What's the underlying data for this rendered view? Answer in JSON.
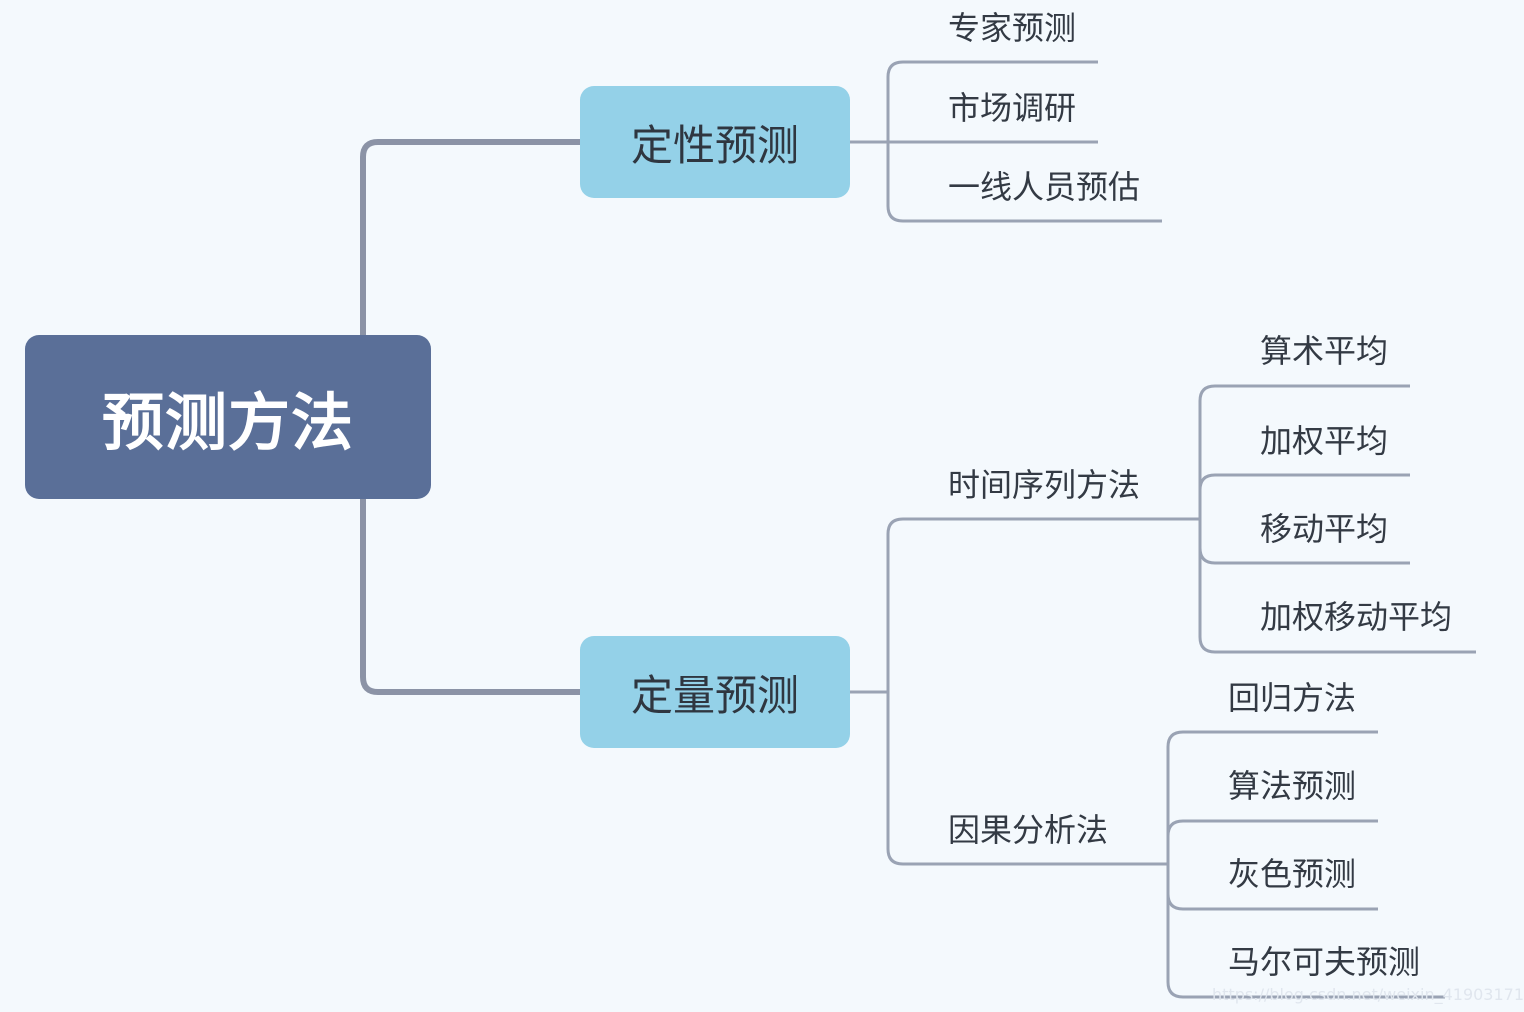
{
  "root": {
    "label": "预测方法"
  },
  "branches": [
    {
      "label": "定性预测",
      "children": [
        {
          "label": "专家预测"
        },
        {
          "label": "市场调研"
        },
        {
          "label": "一线人员预估"
        }
      ]
    },
    {
      "label": "定量预测",
      "children": [
        {
          "label": "时间序列方法",
          "children": [
            {
              "label": "算术平均"
            },
            {
              "label": "加权平均"
            },
            {
              "label": "移动平均"
            },
            {
              "label": "加权移动平均"
            }
          ]
        },
        {
          "label": "因果分析法",
          "children": [
            {
              "label": "回归方法"
            },
            {
              "label": "算法预测"
            },
            {
              "label": "灰色预测"
            },
            {
              "label": "马尔可夫预测"
            }
          ]
        }
      ]
    }
  ],
  "watermark": "https://blog.csdn.net/weixin_41903171",
  "colors": {
    "background": "#f4f9fd",
    "root_fill": "#5a6f98",
    "branch_fill": "#94d1e8",
    "connector_main": "#8b93a6",
    "connector_sub": "#9aa3b4"
  }
}
